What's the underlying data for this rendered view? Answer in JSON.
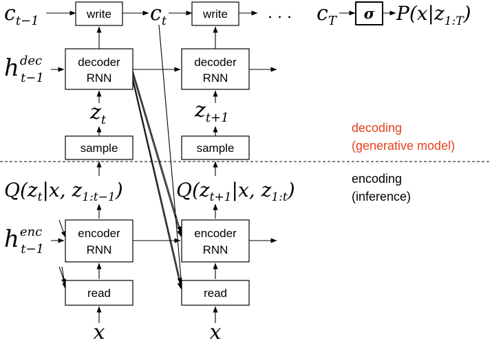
{
  "boxes": {
    "write1": "write",
    "write2": "write",
    "decoder1_l1": "decoder",
    "decoder1_l2": "RNN",
    "decoder2_l1": "decoder",
    "decoder2_l2": "RNN",
    "sample1": "sample",
    "sample2": "sample",
    "encoder1_l1": "encoder",
    "encoder1_l2": "RNN",
    "encoder2_l1": "encoder",
    "encoder2_l2": "RNN",
    "read1": "read",
    "read2": "read",
    "sigma": "σ"
  },
  "math": {
    "c_prev": "c",
    "c_prev_sub": "t−1",
    "c_t": "c",
    "c_t_sub": "t",
    "dots": ". . .",
    "c_T": "c",
    "c_T_sub": "T",
    "p_out": "P(x|z",
    "p_out_sub": "1:T",
    "p_out_end": ")",
    "h_dec": "h",
    "h_dec_sup": "dec",
    "h_dec_sub": "t−1",
    "z_t": "z",
    "z_t_sub": "t",
    "z_t1": "z",
    "z_t1_sub": "t+1",
    "q1_a": "Q(z",
    "q1_a_sub": "t",
    "q1_b": "|x, z",
    "q1_b_sub": "1:t−1",
    "q1_c": ")",
    "q2_a": "Q(z",
    "q2_a_sub": "t+1",
    "q2_b": "|x, z",
    "q2_b_sub": "1:t",
    "q2_c": ")",
    "h_enc": "h",
    "h_enc_sup": "enc",
    "h_enc_sub": "t−1",
    "x1": "x",
    "x2": "x"
  },
  "side_labels": {
    "decoding_l1": "decoding",
    "decoding_l2": "(generative model)",
    "encoding_l1": "encoding",
    "encoding_l2": "(inference)"
  },
  "colors": {
    "decoding_label": "#e8401c",
    "encoding_label": "#000000",
    "lines": "#000000"
  }
}
